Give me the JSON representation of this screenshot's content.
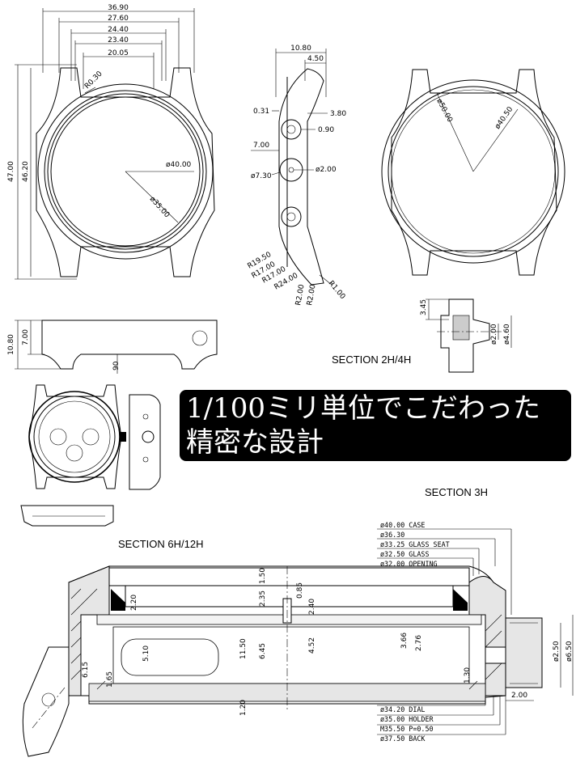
{
  "banner": {
    "line1": "1/100ミリ単位でこだわった",
    "line2": "精密な設計"
  },
  "front_view": {
    "width_dims": [
      "36.90",
      "27.60",
      "24.40",
      "23.40",
      "20.05"
    ],
    "height_dims": [
      "47.00",
      "46.20"
    ],
    "radius": "R0.30",
    "diameters": [
      "ø40.00",
      "ø35.00"
    ]
  },
  "side_view": {
    "dims": [
      "10.80",
      "4.50",
      "0.31",
      "3.80",
      "0.90",
      "7.00",
      "ø7.30",
      "ø2.00"
    ],
    "radii": [
      "R19.50",
      "R17.00",
      "R17.00",
      "R24.00",
      "R2.00",
      "R2.00",
      "R1.00"
    ]
  },
  "back_view": {
    "diameters": [
      "ø50.00",
      "ø40.50"
    ]
  },
  "lug_view": {
    "dims": [
      "10.80",
      "7.00",
      "90"
    ]
  },
  "section_2h4h": {
    "label": "SECTION 2H/4H",
    "dims": [
      "3.45",
      "ø2.00",
      "ø4.60"
    ]
  },
  "section_3h": {
    "label": "SECTION 3H"
  },
  "section_6h12h": {
    "label": "SECTION 6H/12H",
    "top_specs": [
      "ø40.00 CASE",
      "ø36.30",
      "ø33.25 GLASS SEAT",
      "ø32.50 GLASS",
      "ø32.00 OPENING"
    ],
    "bottom_specs": [
      "ø34.20 DIAL",
      "ø35.00 HOLDER",
      "M35.50 P=0.50",
      "ø37.50 BACK"
    ],
    "dims": [
      "1.50",
      "0.85",
      "2.35",
      "2.40",
      "2.20",
      "11.50",
      "6.45",
      "4.52",
      "5.10",
      "3.66",
      "2.76",
      "6.15",
      "1.20",
      "1.65",
      "1.30",
      "ø2.50",
      "ø6.50",
      "2.00"
    ]
  }
}
